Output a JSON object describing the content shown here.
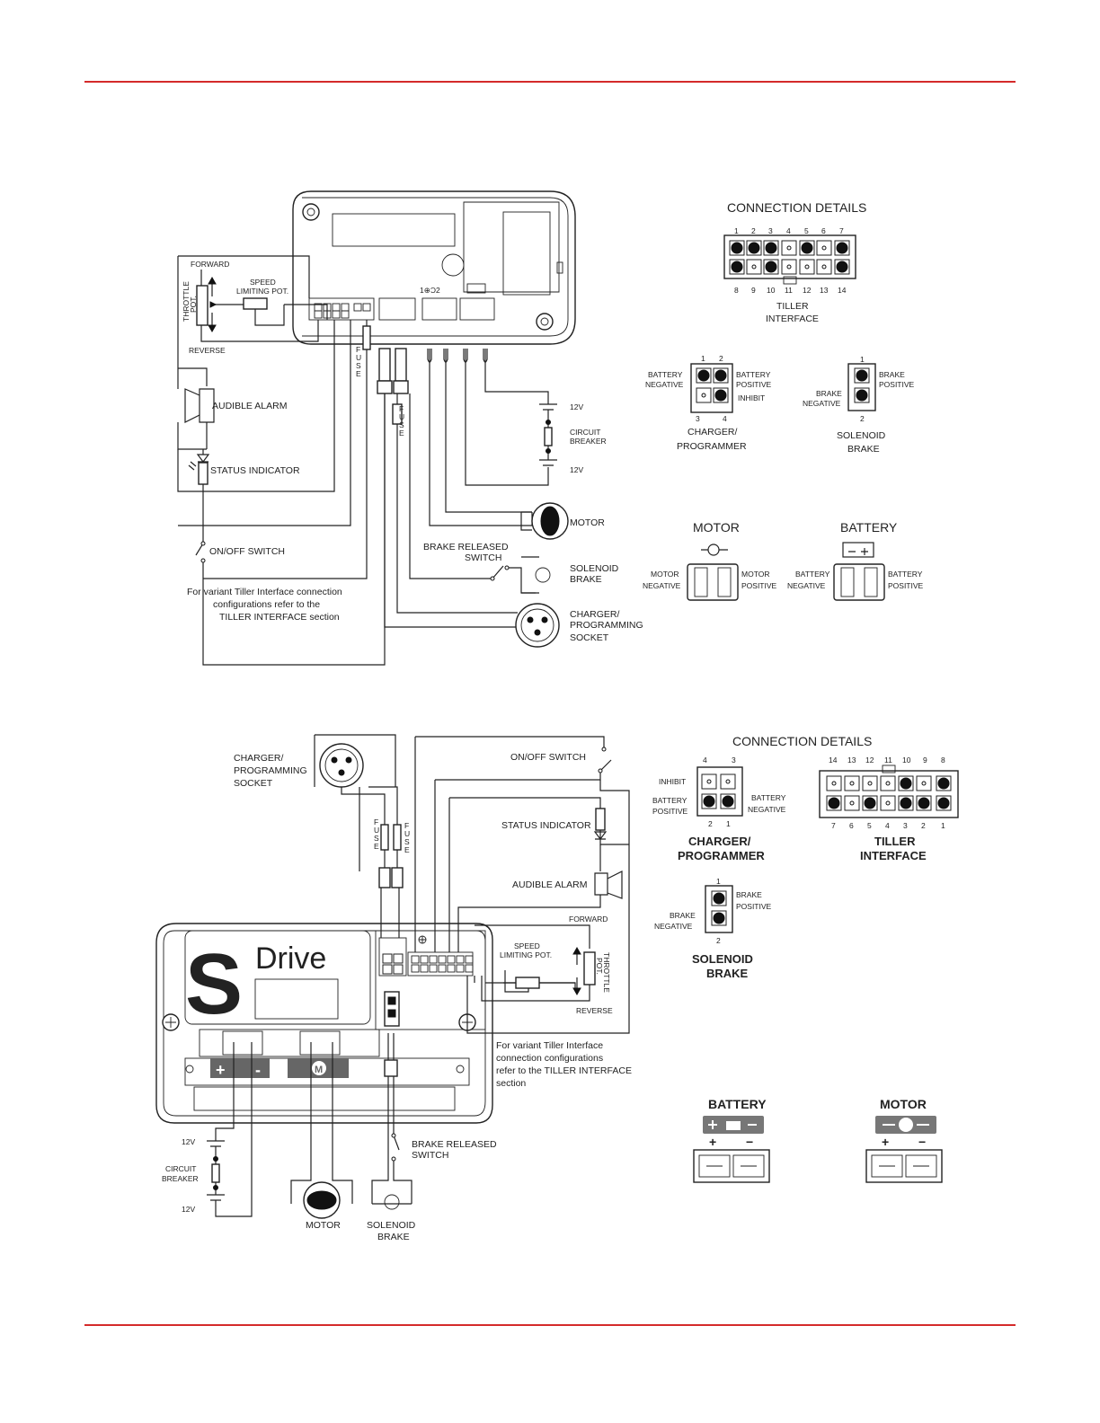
{
  "rules": {
    "color": "#d42a2a"
  },
  "top": {
    "connection_details": "CONNECTION DETAILS",
    "tiller_pins_top": [
      "1",
      "2",
      "3",
      "4",
      "5",
      "6",
      "7"
    ],
    "tiller_pins_bottom": [
      "8",
      "9",
      "10",
      "11",
      "12",
      "13",
      "14"
    ],
    "tiller_label_1": "TILLER",
    "tiller_label_2": "INTERFACE",
    "charger_pins": [
      "1",
      "2",
      "3",
      "4"
    ],
    "battery_negative_1": "BATTERY",
    "battery_negative_2": "NEGATIVE",
    "battery_positive_1": "BATTERY",
    "battery_positive_2": "POSITIVE",
    "inhibit": "INHIBIT",
    "charger_label_1": "CHARGER/",
    "charger_label_2": "PROGRAMMER",
    "brake_pin_1": "1",
    "brake_pin_2": "2",
    "brake_positive_1": "BRAKE",
    "brake_positive_2": "POSITIVE",
    "brake_negative_1": "BRAKE",
    "brake_negative_2": "NEGATIVE",
    "solenoid_label_1": "SOLENOID",
    "solenoid_label_2": "BRAKE",
    "motor_title": "MOTOR",
    "battery_title": "BATTERY",
    "motor_negative_1": "MOTOR",
    "motor_negative_2": "NEGATIVE",
    "motor_positive_1": "MOTOR",
    "motor_positive_2": "POSITIVE",
    "bat_negative_1": "BATTERY",
    "bat_negative_2": "NEGATIVE",
    "bat_positive_1": "BATTERY",
    "bat_positive_2": "POSITIVE",
    "forward": "FORWARD",
    "reverse": "REVERSE",
    "throttle_1": "THROTTLE",
    "throttle_2": "POT.",
    "speed_1": "SPEED",
    "speed_2": "LIMITING POT.",
    "fuse_letters": [
      "F",
      "U",
      "S",
      "E"
    ],
    "motor_glyph": "1⊕Ɔ2",
    "audible_alarm": "AUDIBLE ALARM",
    "status_indicator": "STATUS INDICATOR",
    "on_off_switch": "ON/OFF SWITCH",
    "v12_top": "12V",
    "v12_bottom": "12V",
    "circuit_1": "CIRCUIT",
    "circuit_2": "BREAKER",
    "motor": "MOTOR",
    "brake_released_1": "BRAKE RELEASED",
    "brake_released_2": "SWITCH",
    "solenoid_1": "SOLENOID",
    "solenoid_2": "BRAKE",
    "socket_1": "CHARGER/",
    "socket_2": "PROGRAMMING",
    "socket_3": "SOCKET",
    "note_1": "For variant Tiller Interface connection",
    "note_2": "configurations refer to the",
    "note_3": "TILLER INTERFACE section"
  },
  "bottom": {
    "connection_details": "CONNECTION DETAILS",
    "charger_pins_top": [
      "4",
      "3"
    ],
    "charger_pins_bottom": [
      "2",
      "1"
    ],
    "inhibit": "INHIBIT",
    "battery_positive_1": "BATTERY",
    "battery_positive_2": "POSITIVE",
    "battery_negative_1": "BATTERY",
    "battery_negative_2": "NEGATIVE",
    "charger_label_1": "CHARGER/",
    "charger_label_2": "PROGRAMMER",
    "tiller_pins_top": [
      "14",
      "13",
      "12",
      "11",
      "10",
      "9",
      "8"
    ],
    "tiller_pins_bottom": [
      "7",
      "6",
      "5",
      "4",
      "3",
      "2",
      "1"
    ],
    "tiller_label_1": "TILLER",
    "tiller_label_2": "INTERFACE",
    "brake_pin_1": "1",
    "brake_pin_2": "2",
    "brake_positive_1": "BRAKE",
    "brake_positive_2": "POSITIVE",
    "brake_negative_1": "BRAKE",
    "brake_negative_2": "NEGATIVE",
    "solenoid_label_1": "SOLENOID",
    "solenoid_label_2": "BRAKE",
    "battery_title": "BATTERY",
    "motor_title": "MOTOR",
    "plus": "+",
    "minus": "−",
    "socket_1": "CHARGER/",
    "socket_2": "PROGRAMMING",
    "socket_3": "SOCKET",
    "fuse_letters": [
      "F",
      "U",
      "S",
      "E"
    ],
    "on_off_switch": "ON/OFF SWITCH",
    "status_indicator": "STATUS INDICATOR",
    "audible_alarm": "AUDIBLE ALARM",
    "forward": "FORWARD",
    "reverse": "REVERSE",
    "speed_1": "SPEED",
    "speed_2": "LIMITING POT.",
    "throttle_1": "THROTTLE",
    "throttle_2": "POT.",
    "brand_s": "S",
    "brand_drive": "Drive",
    "note_1": "For variant Tiller Interface",
    "note_2": "connection configurations",
    "note_3": "refer to the TILLER INTERFACE",
    "note_4": "section",
    "v12_top": "12V",
    "v12_bottom": "12V",
    "circuit_1": "CIRCUIT",
    "circuit_2": "BREAKER",
    "motor": "MOTOR",
    "solenoid_1": "SOLENOID",
    "solenoid_2": "BRAKE",
    "brake_released_1": "BRAKE RELEASED",
    "brake_released_2": "SWITCH",
    "panel_plus": "+",
    "panel_minus": "-",
    "panel_m": "M"
  }
}
